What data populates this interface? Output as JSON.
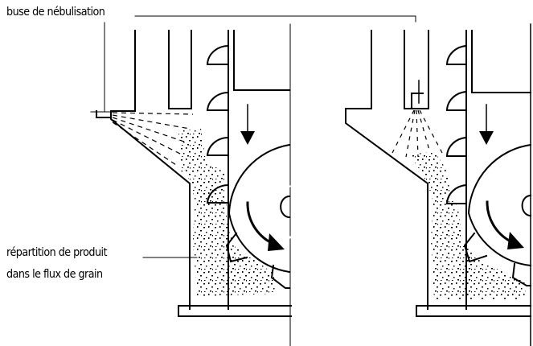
{
  "labels": {
    "nozzle": "buse de nébulisation",
    "distribution_line1": "répartition de produit",
    "distribution_line2": "dans le flux de grain"
  },
  "colors": {
    "ink": "#000000",
    "paper": "#ffffff"
  },
  "panels": [
    {
      "id": "left",
      "nozzle_position": "side"
    },
    {
      "id": "right",
      "nozzle_position": "top"
    }
  ]
}
